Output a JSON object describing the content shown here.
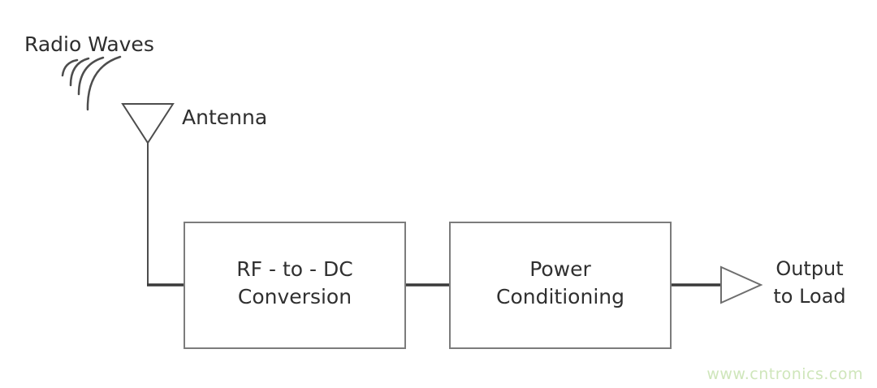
{
  "diagram": {
    "title_context": "RF energy harvesting block diagram",
    "radio_waves_label": "Radio Waves",
    "antenna_label": "Antenna",
    "blocks": [
      {
        "label": "RF - to - DC\nConversion"
      },
      {
        "label": "Power\nConditioning"
      }
    ],
    "output_label": "Output\nto Load",
    "watermark": "www.cntronics.com",
    "colors": {
      "connector_line": "#3a3a3a",
      "thin_line": "#4d4d4d",
      "box_border": "#7c7c7c",
      "shape_stroke": "#6e6e6e",
      "text": "#2e2e2e",
      "watermark_green": "#cfe6bb",
      "background": "#ffffff"
    }
  }
}
